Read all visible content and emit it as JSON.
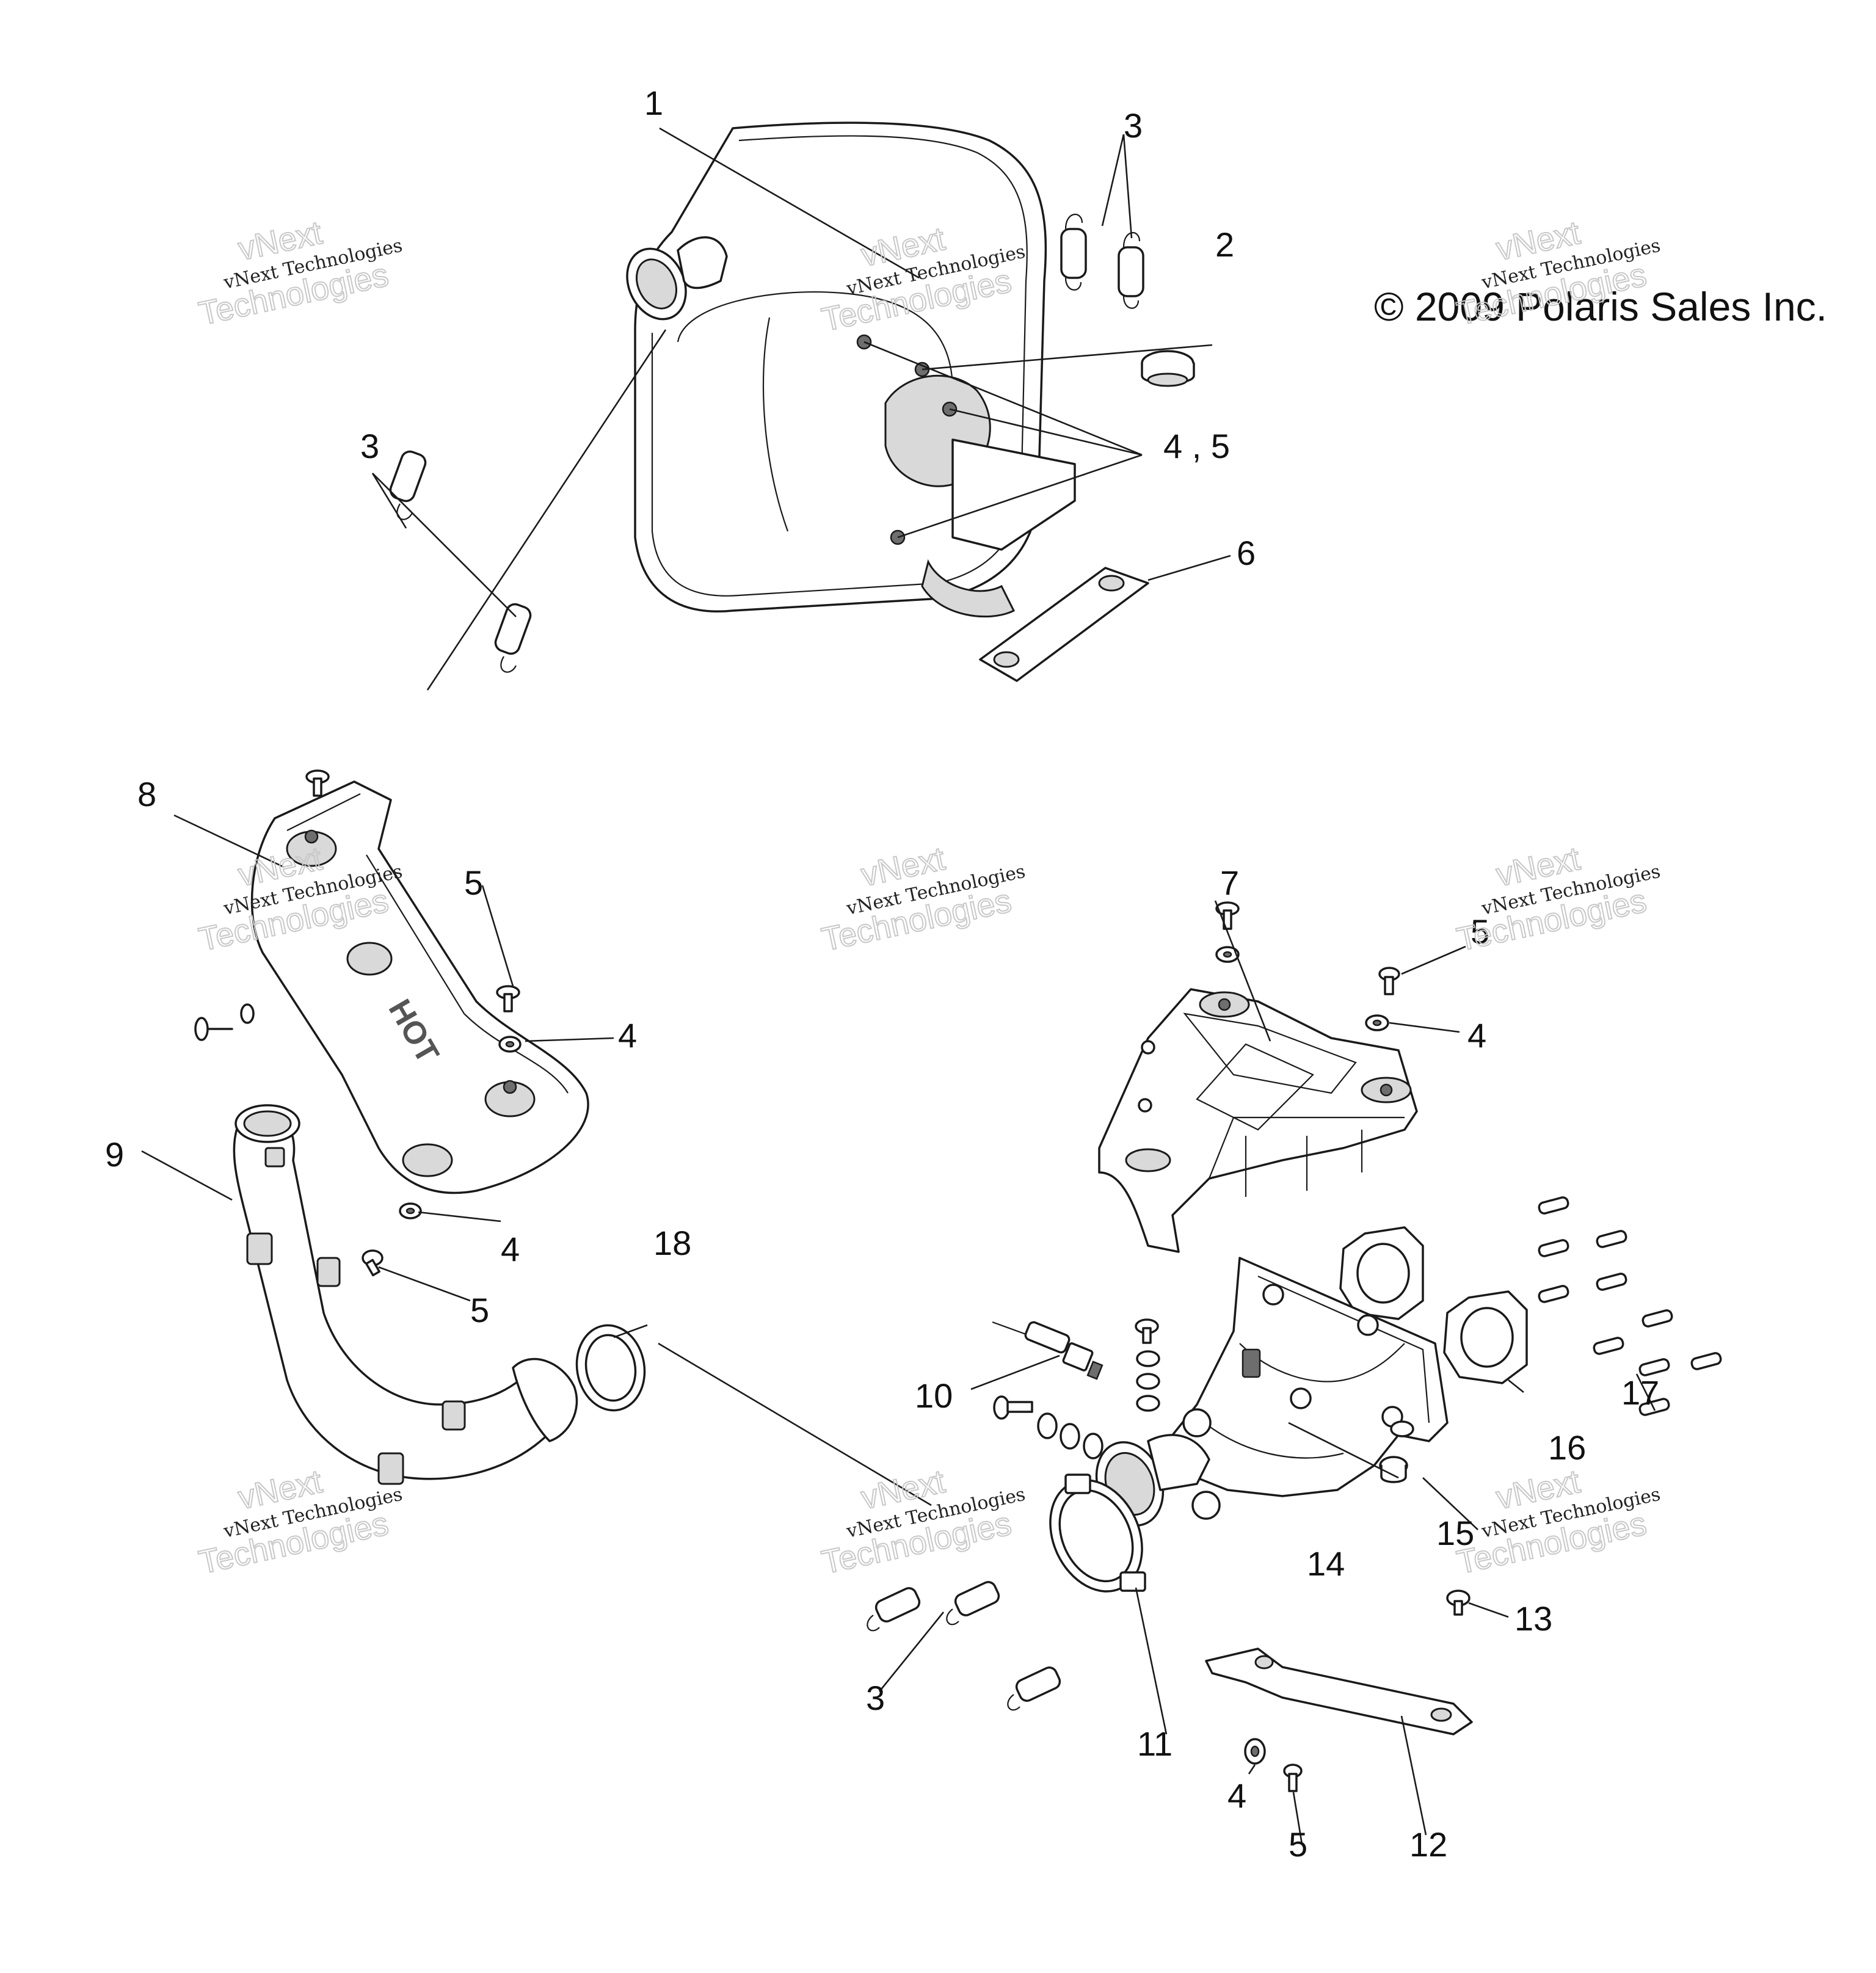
{
  "copyright": "© 2009 Polaris Sales Inc.",
  "watermark": {
    "line1": "vNext Technologies",
    "line2": "Technologies",
    "line3": "vNext"
  },
  "part_marking": "HOT",
  "callouts": {
    "c1": "1",
    "c2": "2",
    "c3_top": "3",
    "c3_left": "3",
    "c4_5": "4 , 5",
    "c6": "6",
    "c7": "7",
    "c8": "8",
    "c9": "9",
    "c10": "10",
    "c11": "11",
    "c12": "12",
    "c13": "13",
    "c14": "14",
    "c15": "15",
    "c16": "16",
    "c17": "17",
    "c18": "18",
    "c5_a": "5",
    "c4_a": "4",
    "c4_b": "4",
    "c5_b": "5",
    "c5_c": "5",
    "c4_c": "4",
    "c3_bottom": "3",
    "c4_d": "4",
    "c5_d": "5"
  }
}
